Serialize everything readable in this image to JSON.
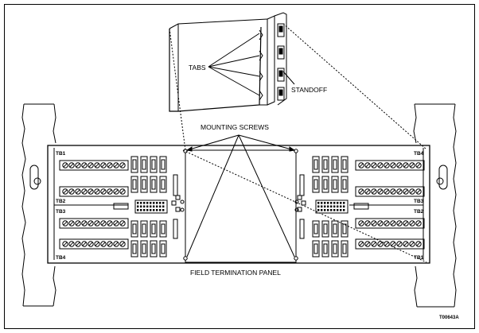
{
  "labels": {
    "tabs": "TABS",
    "standoff": "STANDOFF",
    "mounting_screws": "MOUNTING SCREWS",
    "panel_title": "FIELD TERMINATION PANEL",
    "figure_id": "T00643A"
  },
  "terminal_blocks": {
    "left": [
      "TB1",
      "TB2",
      "TB3",
      "TB4"
    ],
    "right": [
      "TB4",
      "TB3",
      "TB2",
      "TB1"
    ]
  }
}
